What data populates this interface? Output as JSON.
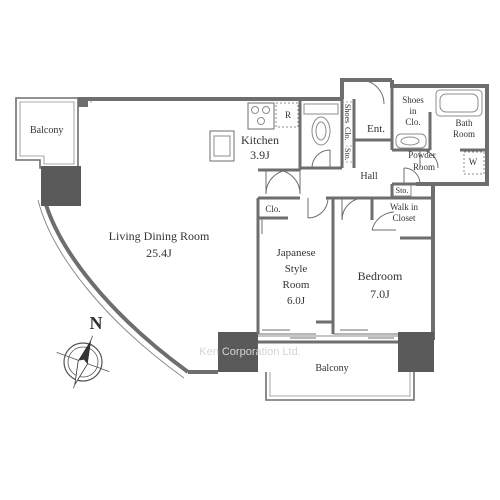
{
  "colors": {
    "wall": "#6e6e6e",
    "pillar": "#5a5a5a",
    "fixture": "#8c8c8c",
    "text": "#333333",
    "watermark": "#d6d6d6",
    "balcony_fill": "#ffffff"
  },
  "rooms": {
    "balcony_west": {
      "label": "Balcony"
    },
    "living": {
      "label": "Living Dining Room",
      "size": "25.4J"
    },
    "kitchen": {
      "label": "Kitchen",
      "size": "3.9J"
    },
    "fridge_mark": "R",
    "shoes_closet": {
      "line1": "Shoes",
      "line2": "Clo."
    },
    "storage_1": "Sto.",
    "storage_2": "Sto.",
    "entrance": "Ent.",
    "shoes_in_closet": {
      "line1": "Shoes",
      "line2": "in",
      "line3": "Clo."
    },
    "bath": {
      "line1": "Bath",
      "line2": "Room"
    },
    "powder": {
      "line1": "Powder",
      "line2": "Room"
    },
    "washer": "W",
    "hall": "Hall",
    "walk_in_closet": {
      "line1": "Walk in",
      "line2": "Closet"
    },
    "closet": "Clo.",
    "japanese": {
      "line1": "Japanese",
      "line2": "Style",
      "line3": "Room",
      "size": "6.0J"
    },
    "bedroom": {
      "label": "Bedroom",
      "size": "7.0J"
    },
    "balcony_south": {
      "label": "Balcony"
    }
  },
  "compass": {
    "letter": "N"
  },
  "watermark": "Ken Corporation Ltd."
}
